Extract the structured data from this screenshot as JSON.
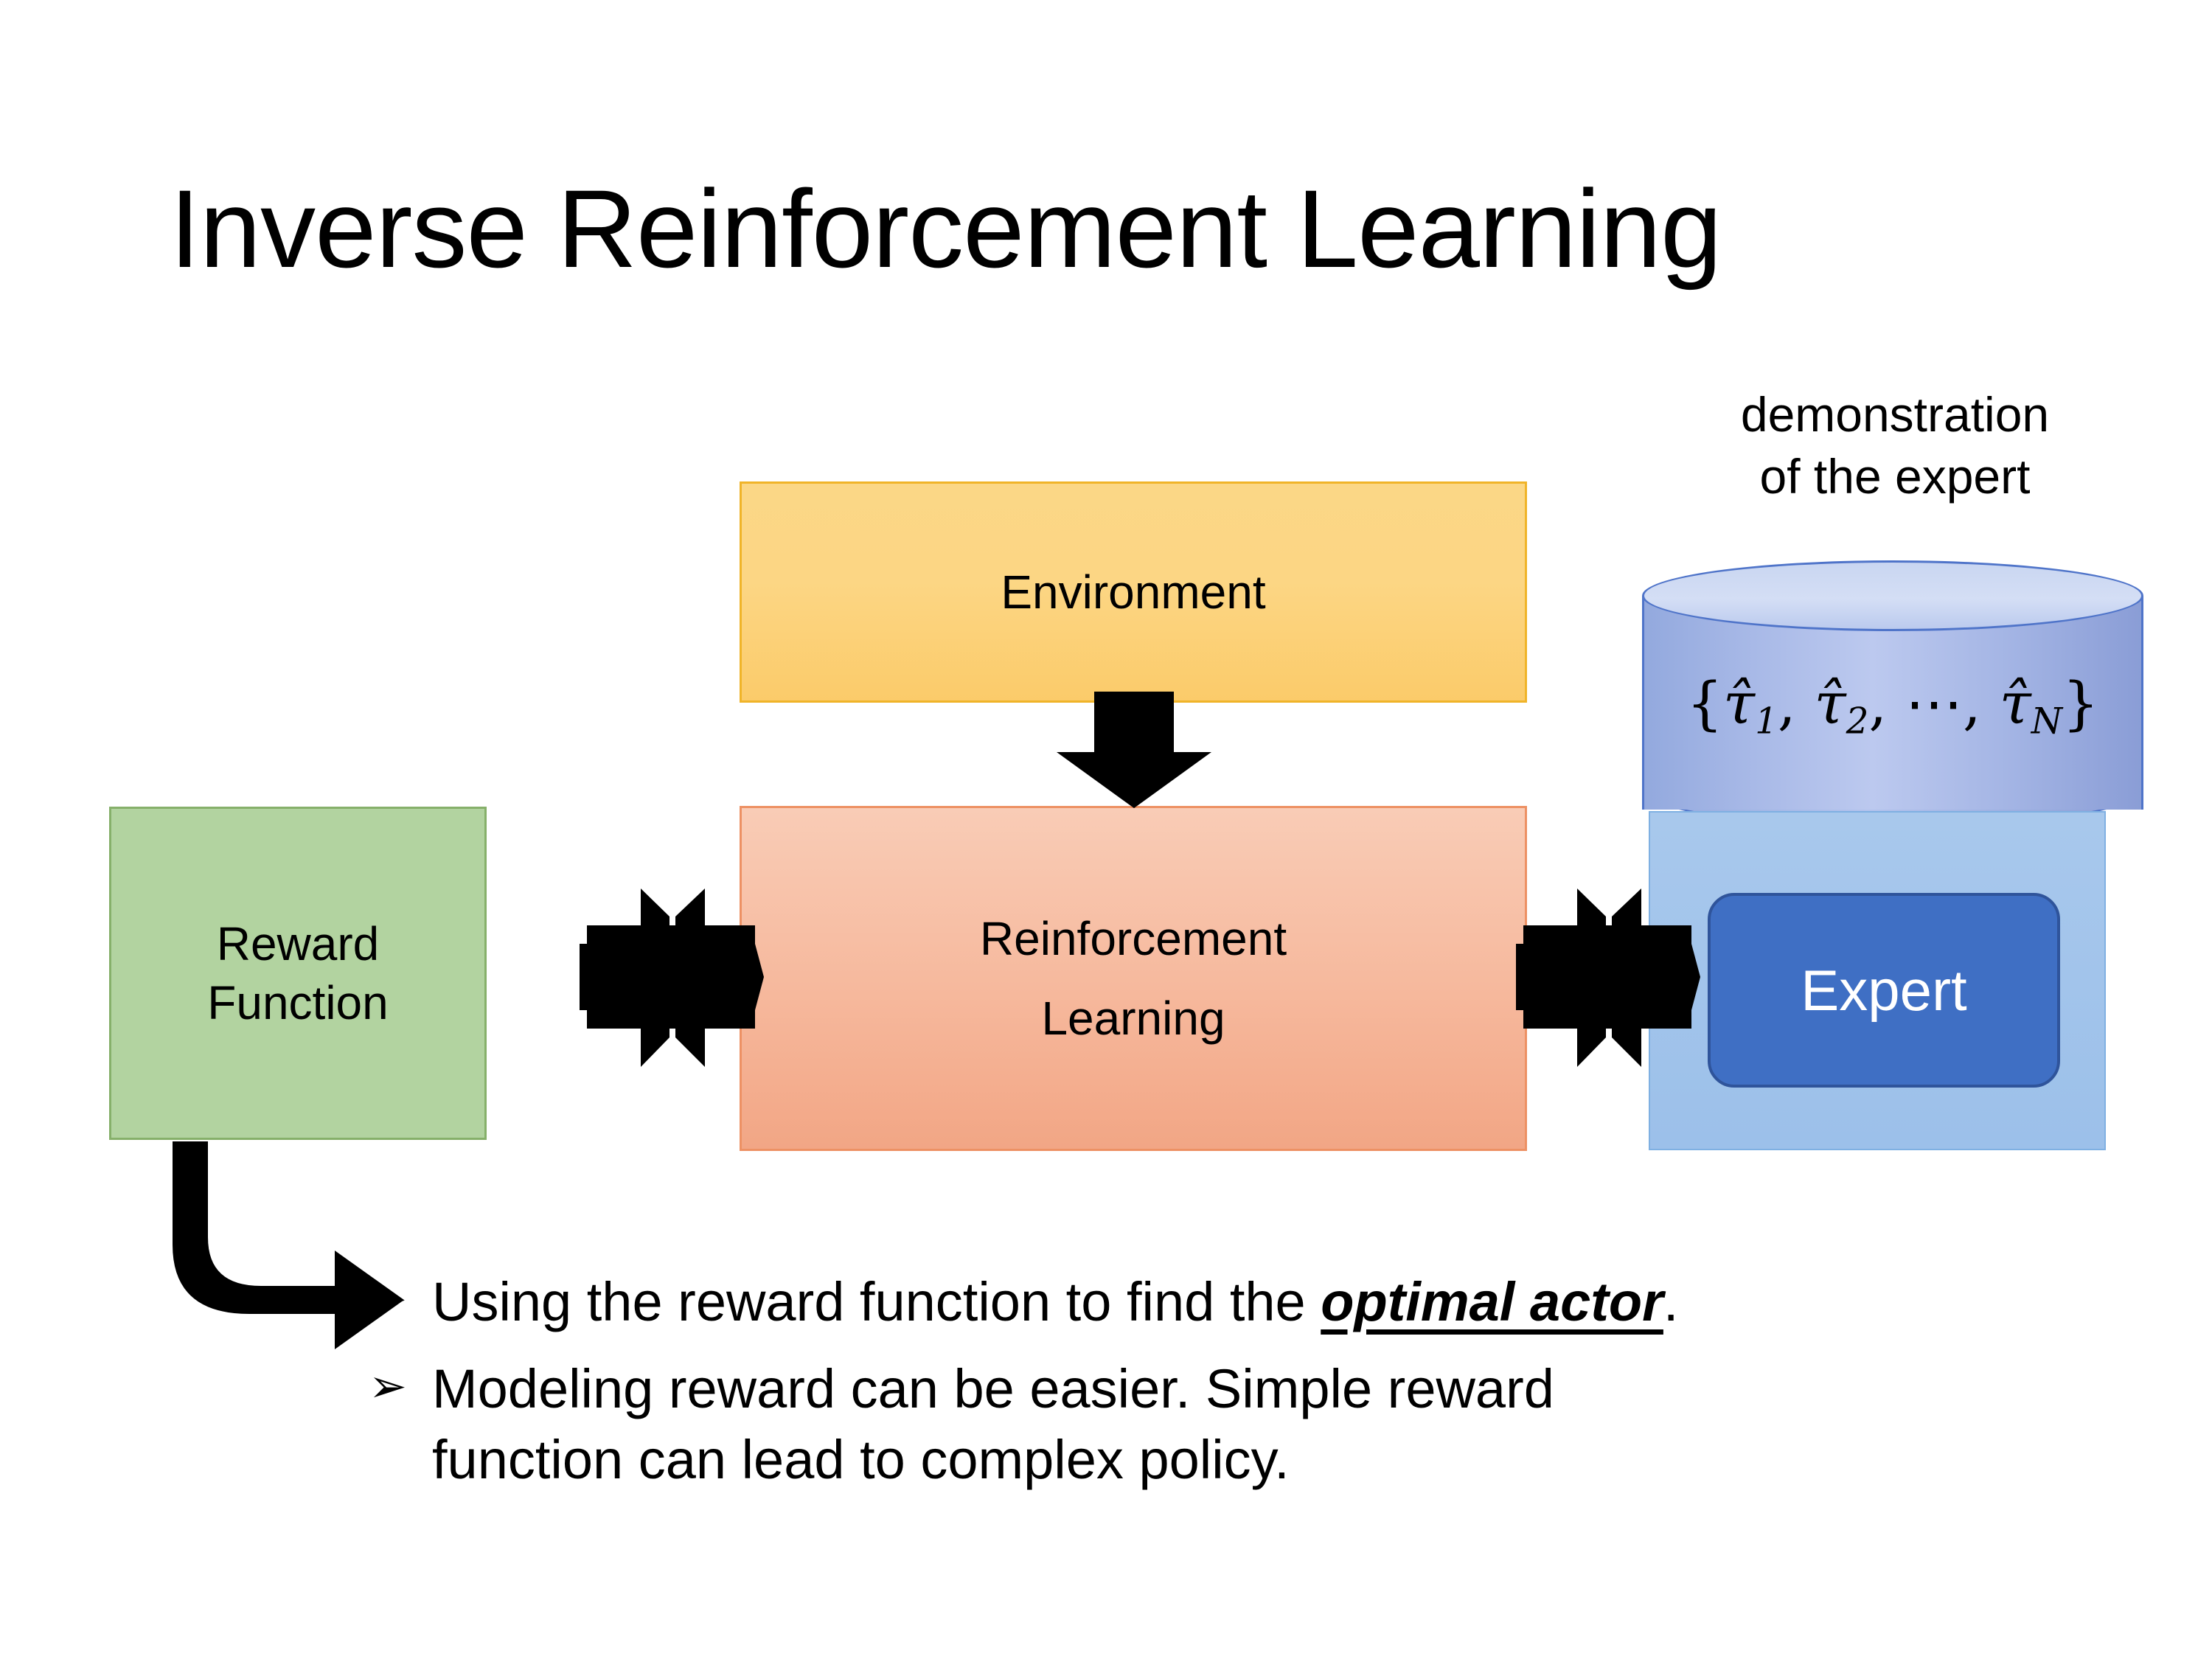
{
  "slide": {
    "title": "Inverse Reinforcement Learning"
  },
  "diagram": {
    "environment_box": {
      "label": "Environment",
      "fill_top": "#FBD786",
      "fill_bottom": "#FBCB6A",
      "border": "#F0B429"
    },
    "reward_function_box": {
      "label_line1": "Reward",
      "label_line2": "Function",
      "fill": "#B2D3A0",
      "border": "#86B06A"
    },
    "reinforcement_learning_box": {
      "label_line1": "Reinforcement",
      "label_line2": "Learning",
      "fill_top": "#F9CCB6",
      "fill_bottom": "#F2A685",
      "border": "#ED9164"
    },
    "expert_box": {
      "label": "Expert",
      "fill": "#3F6FC4",
      "border": "#2F549B",
      "text_color": "#FFFFFF"
    },
    "expert_panel": {
      "fill": "#A8C8EC",
      "border": "#7FB0E2"
    },
    "demonstration_cylinder": {
      "caption_line1": "demonstration",
      "caption_line2": "of the expert",
      "formula_open": "{",
      "formula_tau1": "τ̂",
      "formula_sub1": "1",
      "formula_comma1": ", ",
      "formula_tau2": "τ̂",
      "formula_sub2": "2",
      "formula_comma2": ", ",
      "formula_ellipsis": "⋯",
      "formula_comma3": ", ",
      "formula_tauN": "τ̂",
      "formula_subN": "N",
      "formula_close": "}",
      "body_fill": "#A8B9E7",
      "top_fill": "#D4DEF5",
      "stroke": "#4F74C9"
    },
    "arrows": {
      "environment_to_rl": "down-arrow-icon",
      "reward_to_rl": "quad-arrow-icon",
      "rl_to_expert": "quad-arrow-icon",
      "reward_to_bullet": "bent-arrow-icon",
      "color": "#000000"
    }
  },
  "bullets": {
    "marker": "➢",
    "items": [
      {
        "text_before": "Using the reward function to find the ",
        "emphasis": "optimal actor",
        "text_after": "."
      },
      {
        "line1": "Modeling reward can be easier. Simple reward",
        "line2": "function can lead to complex policy."
      }
    ]
  }
}
